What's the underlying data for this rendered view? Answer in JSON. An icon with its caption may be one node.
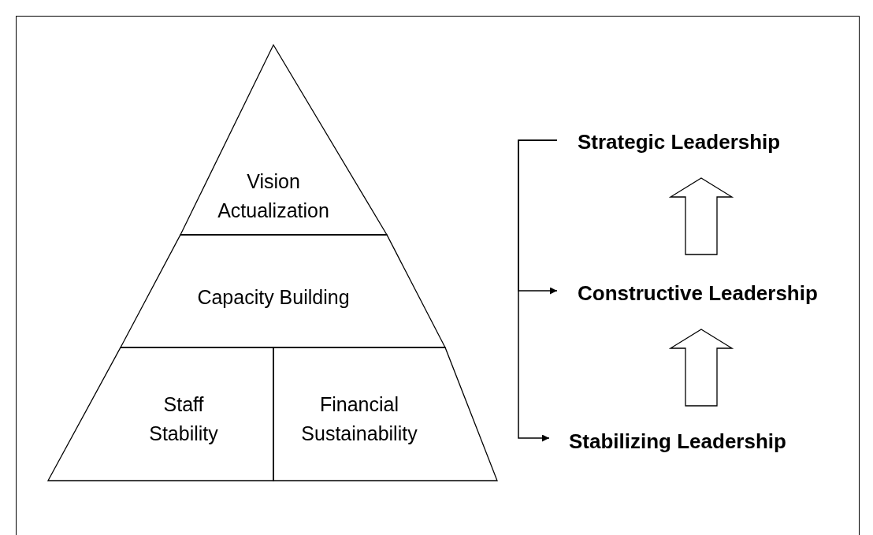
{
  "diagram": {
    "nodes": [
      {
        "text": [
          "Vision Actualization"
        ]
      },
      {
        "text": [
          "Capacity Building"
        ]
      },
      {
        "text": [
          "Staff Stability"
        ]
      },
      {
        "text": [
          "Financial Sustainability"
        ]
      },
      {
        "text": [
          "Strategic Leadership"
        ]
      },
      {
        "text": [
          "Constructive Leadership"
        ]
      },
      {
        "text": [
          "Stabilizing Leadership"
        ]
      }
    ],
    "edges": [
      {
        "from": 4,
        "to": 5,
        "arrow": "to"
      },
      {
        "from": 4,
        "to": 6,
        "arrow": "to"
      },
      {
        "from": 6,
        "to": 5,
        "arrow": "to",
        "style": "thick"
      },
      {
        "from": 5,
        "to": 4,
        "arrow": "to",
        "style": "thick"
      }
    ]
  }
}
